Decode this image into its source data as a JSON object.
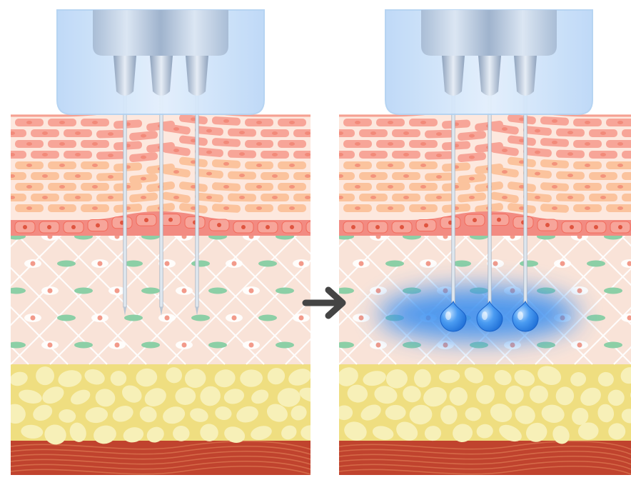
{
  "diagram": {
    "panels": [
      {
        "id": "before",
        "state": "needles-inserted",
        "shows_injection": false
      },
      {
        "id": "after",
        "state": "serum-injected",
        "shows_injection": true,
        "droplet_count": 3
      }
    ],
    "needle_count": 3,
    "arrow": "right-arrow-icon",
    "layers": [
      "epidermis-top",
      "epidermis-basal",
      "dermis",
      "subcutaneous-fat",
      "muscle"
    ],
    "colors": {
      "cartridge": "#cfe4fb",
      "cartridge_border": "#b3d2f2",
      "epidermis_cell": "#f7a598",
      "epidermis_cell_lower": "#fbc39d",
      "epidermis_bg": "#fde8de",
      "basal_cell": "#f28b82",
      "dermis_bg": "#f9e3d8",
      "dermis_mesh": "#ffffff",
      "fibroblast_green": "#8ccfa6",
      "fat_bg": "#efde80",
      "fat_cell": "#f7f0b8",
      "muscle": "#c0432e",
      "muscle_fiber": "#d9744f",
      "injection": "#3a8ff0",
      "droplet": "#2f86ee",
      "arrow": "#444444"
    }
  }
}
